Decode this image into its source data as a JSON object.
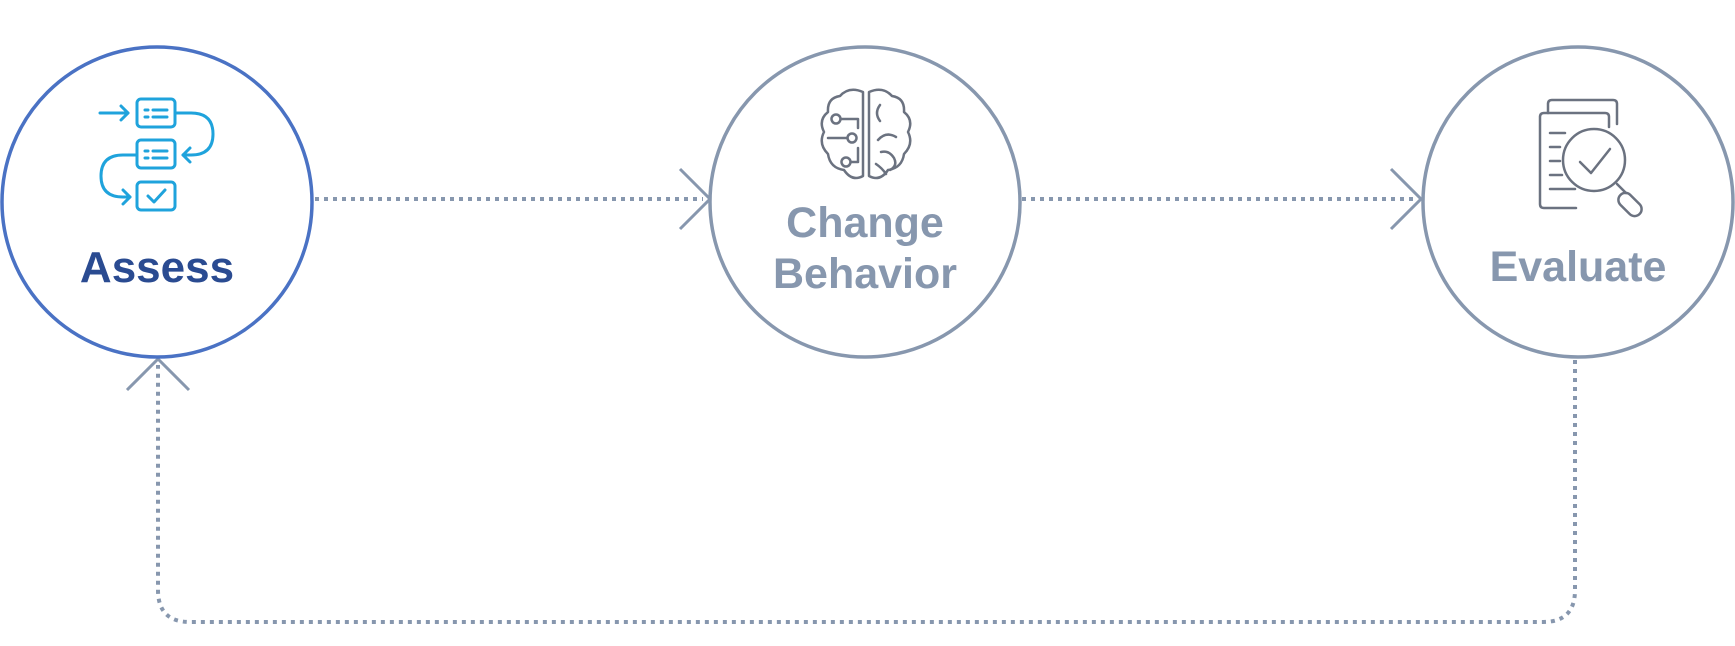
{
  "colors": {
    "active_ring": "#4A72C4",
    "active_label": "#2A4B91",
    "active_icon": "#1FA3DC",
    "muted": "#8797AE",
    "muted_icon": "#6B7280",
    "connector": "#8797AE"
  },
  "steps": [
    {
      "id": "assess",
      "label": "Assess",
      "icon": "process-flow-icon",
      "active": true
    },
    {
      "id": "change",
      "label_lines": [
        "Change",
        "Behavior"
      ],
      "icon": "brain-circuit-icon",
      "active": false
    },
    {
      "id": "evaluate",
      "label": "Evaluate",
      "icon": "document-search-check-icon",
      "active": false
    }
  ],
  "connectors": [
    {
      "from": "assess",
      "to": "change",
      "style": "dotted",
      "arrow": "open-chevron"
    },
    {
      "from": "change",
      "to": "evaluate",
      "style": "dotted",
      "arrow": "open-chevron"
    },
    {
      "from": "evaluate",
      "to": "assess",
      "style": "dotted",
      "arrow": "open-chevron",
      "route": "loop-below"
    }
  ]
}
